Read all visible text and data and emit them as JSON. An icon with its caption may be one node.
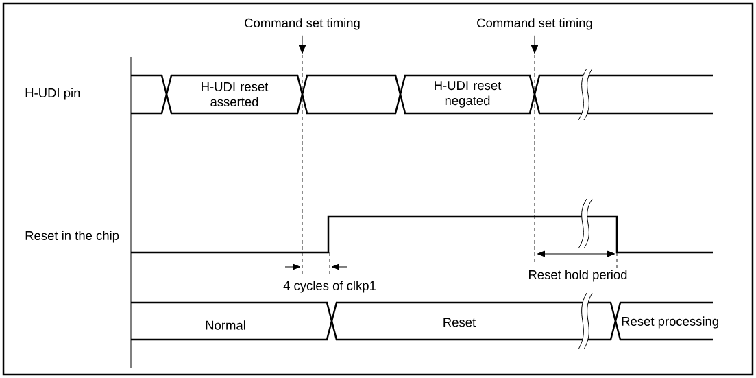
{
  "diagram": {
    "nodes": [
      {
        "text": [
          "Command set timing"
        ]
      },
      {
        "text": [
          "Command set timing"
        ]
      },
      {
        "text": [],
        "shape": "hexagon"
      },
      {
        "text": [
          "H-UDI reset asserted"
        ]
      },
      {
        "text": [],
        "shape": "hexagon"
      },
      {
        "text": [
          "H-UDI reset negated"
        ]
      },
      {
        "text": [],
        "shape": "hexagon"
      },
      {
        "text": [
          "Normal"
        ]
      },
      {
        "text": [
          "Reset"
        ]
      },
      {
        "text": [
          "Reset processing"
        ]
      }
    ],
    "edges": [
      {
        "from": 0,
        "to": null,
        "arrow": "to"
      },
      {
        "from": 1,
        "to": null,
        "arrow": "to"
      }
    ],
    "labels": [
      "H-UDI pin",
      "Reset in the chip",
      "Reset hold period",
      "4 cycles of clkp1"
    ]
  }
}
